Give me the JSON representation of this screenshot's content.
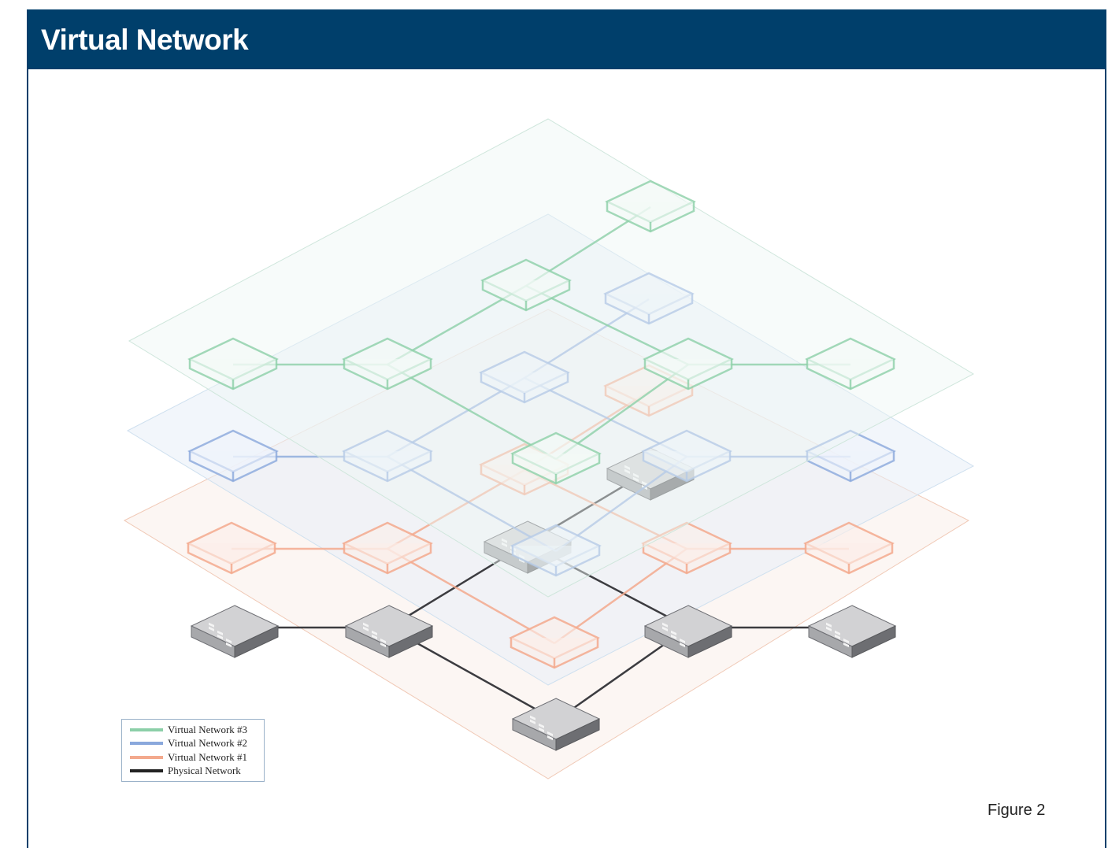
{
  "header": {
    "title": "Virtual Network"
  },
  "figure": {
    "caption": "Figure 2"
  },
  "legend": {
    "items": [
      {
        "label": "Virtual Network #3",
        "color": "#8ccfa8"
      },
      {
        "label": "Virtual Network #2",
        "color": "#8aa8dc"
      },
      {
        "label": "Virtual Network #1",
        "color": "#f3a98d"
      },
      {
        "label": "Physical Network",
        "color": "#222222"
      }
    ]
  },
  "colors": {
    "header_bg": "#003f6b",
    "panel_border": "#003f6b",
    "vn3": "#8ccfa8",
    "vn2": "#8aa8dc",
    "vn1": "#f3a98d",
    "physical": "#222222"
  },
  "icons": [
    "network-switch-icon"
  ]
}
